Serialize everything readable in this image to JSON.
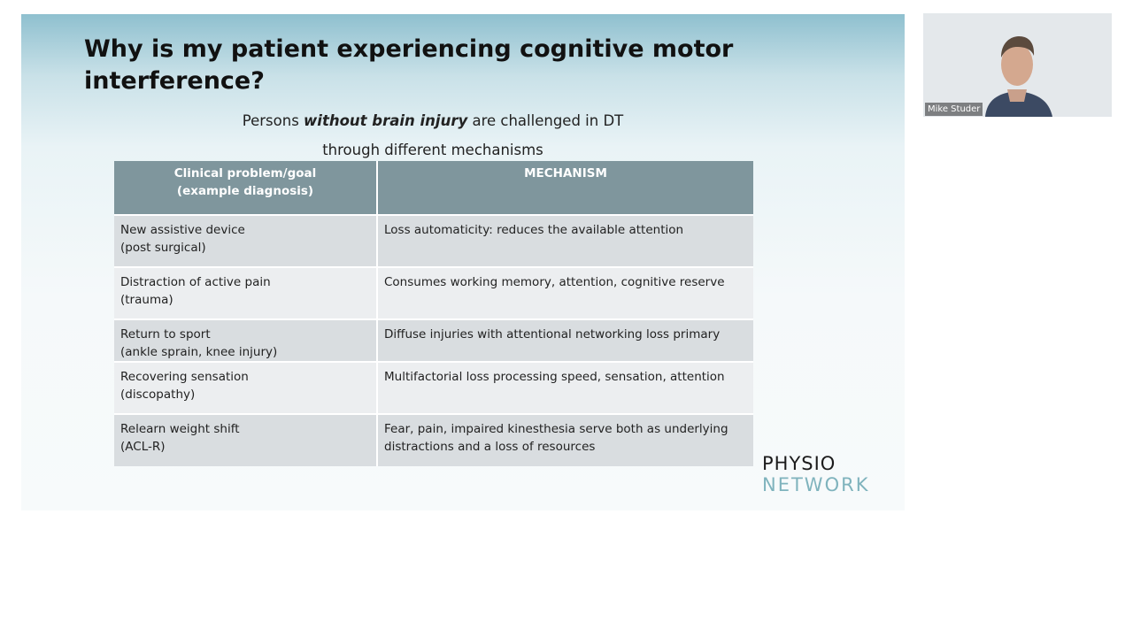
{
  "slide": {
    "title_line1": "Why is my patient experiencing cognitive motor",
    "title_line2": "interference?",
    "subtitle_pre": "Persons ",
    "subtitle_emph": "without brain injury",
    "subtitle_post": " are challenged in DT",
    "subtitle_line2": "through different mechanisms",
    "table": {
      "headers": {
        "col1_line1": "Clinical problem/goal",
        "col1_line2": "(example diagnosis)",
        "col2": "MECHANISM"
      },
      "rows": [
        {
          "problem": "New assistive device",
          "diagnosis": "(post surgical)",
          "mechanism_line1": "Loss automaticity: reduces the available attention",
          "mechanism_line2": ""
        },
        {
          "problem": "Distraction of active pain",
          "diagnosis": "(trauma)",
          "mechanism_line1": "Consumes working memory, attention, cognitive reserve",
          "mechanism_line2": ""
        },
        {
          "problem": "Return to sport",
          "diagnosis": "(ankle sprain, knee injury)",
          "mechanism_line1": "Diffuse injuries with attentional networking loss primary",
          "mechanism_line2": ""
        },
        {
          "problem": "Recovering sensation",
          "diagnosis": "(discopathy)",
          "mechanism_line1": "Multifactorial loss processing speed, sensation, attention",
          "mechanism_line2": ""
        },
        {
          "problem": "Relearn weight shift",
          "diagnosis": "(ACL-R)",
          "mechanism_line1": "Fear, pain, impaired kinesthesia serve both as underlying",
          "mechanism_line2": "distractions and a loss of resources"
        }
      ]
    },
    "logo": {
      "top": "PHYSIO",
      "bottom": "NETWORK"
    }
  },
  "video": {
    "participant_name": "Mike Studer"
  },
  "colors": {
    "header_bg": "#7f969d",
    "row_dark": "#d9dde0",
    "row_light": "#eceef0",
    "logo_accent": "#7fb3bd"
  }
}
